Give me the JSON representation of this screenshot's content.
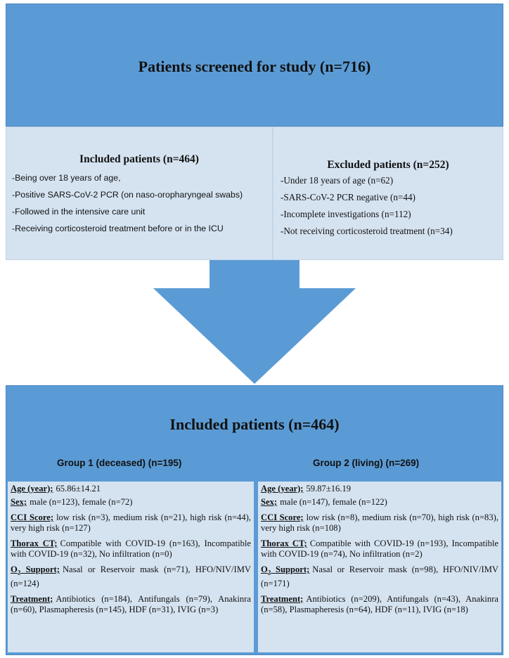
{
  "screened": {
    "title": "Patients screened for study (n=716)"
  },
  "included_criteria": {
    "title": "Included patients (n=464)",
    "items": [
      "-Being over 18 years of age,",
      "-Positive SARS-CoV-2 PCR (on naso-oropharyngeal swabs)",
      "-Followed in the intensive care unit",
      "-Receiving corticosteroid treatment before or in the ICU"
    ]
  },
  "excluded_criteria": {
    "title": "Excluded patients (n=252)",
    "items": [
      "-Under 18 years of age (n=62)",
      "-SARS-CoV-2 PCR negative (n=44)",
      "-Incomplete investigations (n=112)",
      "-Not receiving corticosteroid treatment (n=34)"
    ]
  },
  "included_groups": {
    "title": "Included patients (n=464)",
    "group1": {
      "heading": "Group 1 (deceased) (n=195)",
      "age_label": "Age (year);",
      "age": "65.86±14.21",
      "sex_label": "Sex;",
      "sex": "male (n=123), female (n=72)",
      "cci_label": "CCI Score;",
      "cci": "low risk (n=3), medium risk (n=21), high risk (n=44), very high risk (n=127)",
      "ct_label": "Thorax CT;",
      "ct": "Compatible with COVID-19 (n=163), Incompatible with COVID-19 (n=32), No infiltration (n=0)",
      "o2_label_main": "O",
      "o2_label_sub": "2",
      "o2_label_rest": " Support;",
      "o2": "Nasal or Reservoir mask (n=71), HFO/NIV/IMV (n=124)",
      "tx_label": "Treatment;",
      "tx": "Antibiotics (n=184), Antifungals (n=79), Anakinra (n=60), Plasmapheresis (n=145), HDF (n=31), IVIG (n=3)"
    },
    "group2": {
      "heading": "Group 2 (living) (n=269)",
      "age_label": "Age (year);",
      "age": "59.87±16.19",
      "sex_label": "Sex;",
      "sex": "male (n=147), female (n=122)",
      "cci_label": "CCI Score;",
      "cci": "low risk (n=8), medium risk (n=70), high risk (n=83), very high risk (n=108)",
      "ct_label": "Thorax CT;",
      "ct": "Compatible with COVID-19 (n=193), Incompatible with COVID-19 (n=74), No infiltration (n=2)",
      "o2_label_main": "O",
      "o2_label_sub": "2",
      "o2_label_rest": " Support;",
      "o2": "Nasal or Reservoir mask (n=98), HFO/NIV/IMV (n=171)",
      "tx_label": "Treatment;",
      "tx": "Antibiotics (n=209), Antifungals (n=43), Anakinra (n=58), Plasmapheresis (n=64), HDF (n=11), IVIG (n=18)"
    }
  },
  "colors": {
    "box_blue": "#5b9bd5",
    "panel_light": "#d5e3f1",
    "arrow_blue": "#5b9bd5"
  }
}
